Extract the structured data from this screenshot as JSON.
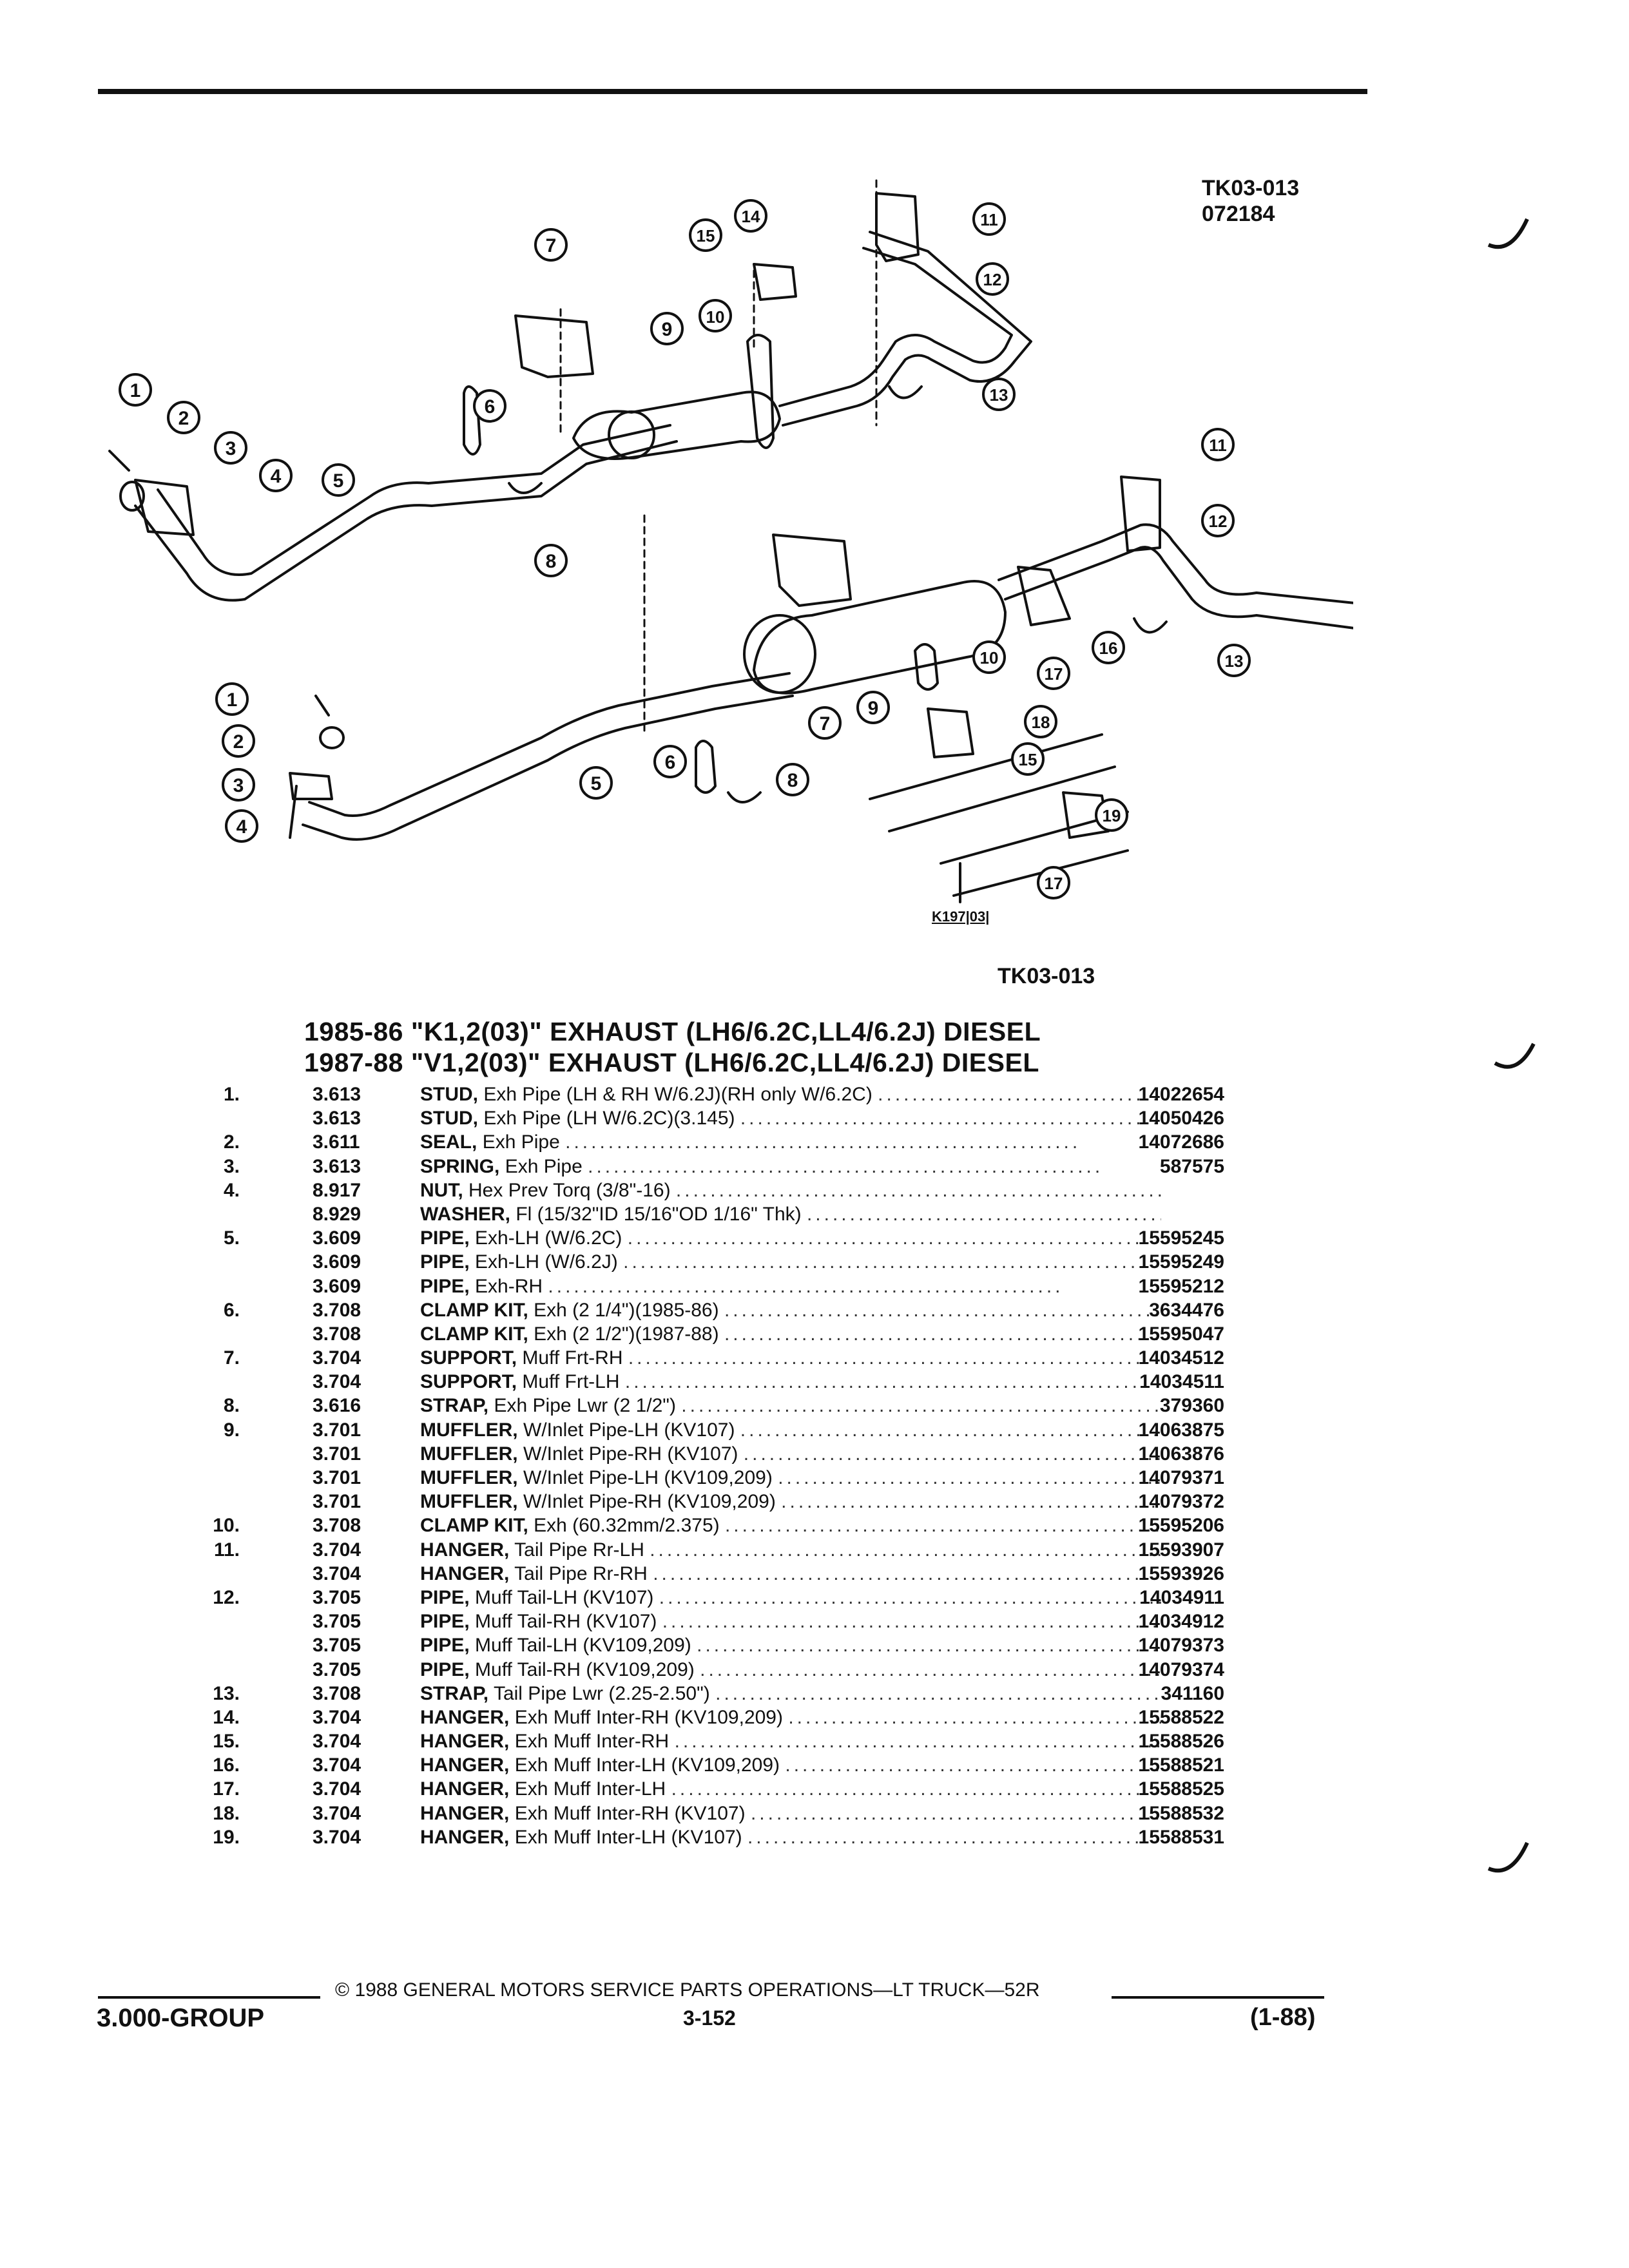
{
  "header": {
    "drawing_no": "TK03-013",
    "date_code": "072184"
  },
  "diagram": {
    "caption": "TK03-013",
    "small_code": "K197|03|",
    "callouts": [
      "1",
      "2",
      "3",
      "4",
      "5",
      "6",
      "7",
      "8",
      "9",
      "10",
      "11",
      "12",
      "13",
      "14",
      "15",
      "16",
      "17",
      "18",
      "19"
    ]
  },
  "titles": [
    "1985-86 \"K1,2(03)\" EXHAUST (LH6/6.2C,LL4/6.2J) DIESEL",
    "1987-88 \"V1,2(03)\" EXHAUST (LH6/6.2C,LL4/6.2J) DIESEL"
  ],
  "parts": [
    {
      "no": "1.",
      "grp": "3.613",
      "name": "STUD,",
      "desc": "Exh Pipe (LH & RH W/6.2J)(RH only W/6.2C)",
      "pn": "14022654"
    },
    {
      "no": "",
      "grp": "3.613",
      "name": "STUD,",
      "desc": "Exh Pipe (LH W/6.2C)(3.145)",
      "pn": "14050426"
    },
    {
      "no": "2.",
      "grp": "3.611",
      "name": "SEAL,",
      "desc": "Exh Pipe",
      "pn": "14072686"
    },
    {
      "no": "3.",
      "grp": "3.613",
      "name": "SPRING,",
      "desc": "Exh Pipe",
      "pn": "587575"
    },
    {
      "no": "4.",
      "grp": "8.917",
      "name": "NUT,",
      "desc": "Hex Prev Torq (3/8\"-16)",
      "pn": ""
    },
    {
      "no": "",
      "grp": "8.929",
      "name": "WASHER,",
      "desc": "Fl (15/32\"ID 15/16\"OD 1/16\" Thk)",
      "pn": ""
    },
    {
      "no": "5.",
      "grp": "3.609",
      "name": "PIPE,",
      "desc": "Exh-LH (W/6.2C)",
      "pn": "15595245"
    },
    {
      "no": "",
      "grp": "3.609",
      "name": "PIPE,",
      "desc": "Exh-LH (W/6.2J)",
      "pn": "15595249"
    },
    {
      "no": "",
      "grp": "3.609",
      "name": "PIPE,",
      "desc": "Exh-RH",
      "pn": "15595212"
    },
    {
      "no": "6.",
      "grp": "3.708",
      "name": "CLAMP KIT,",
      "desc": "Exh (2 1/4\")(1985-86)",
      "pn": "3634476"
    },
    {
      "no": "",
      "grp": "3.708",
      "name": "CLAMP KIT,",
      "desc": "Exh (2 1/2\")(1987-88)",
      "pn": "15595047"
    },
    {
      "no": "7.",
      "grp": "3.704",
      "name": "SUPPORT,",
      "desc": "Muff Frt-RH",
      "pn": "14034512"
    },
    {
      "no": "",
      "grp": "3.704",
      "name": "SUPPORT,",
      "desc": "Muff Frt-LH",
      "pn": "14034511"
    },
    {
      "no": "8.",
      "grp": "3.616",
      "name": "STRAP,",
      "desc": "Exh Pipe Lwr (2 1/2\")",
      "pn": "379360"
    },
    {
      "no": "9.",
      "grp": "3.701",
      "name": "MUFFLER,",
      "desc": "W/Inlet Pipe-LH (KV107)",
      "pn": "14063875"
    },
    {
      "no": "",
      "grp": "3.701",
      "name": "MUFFLER,",
      "desc": "W/Inlet Pipe-RH (KV107)",
      "pn": "14063876"
    },
    {
      "no": "",
      "grp": "3.701",
      "name": "MUFFLER,",
      "desc": "W/Inlet Pipe-LH (KV109,209)",
      "pn": "14079371"
    },
    {
      "no": "",
      "grp": "3.701",
      "name": "MUFFLER,",
      "desc": "W/Inlet Pipe-RH (KV109,209)",
      "pn": "14079372"
    },
    {
      "no": "10.",
      "grp": "3.708",
      "name": "CLAMP KIT,",
      "desc": "Exh (60.32mm/2.375)",
      "pn": "15595206"
    },
    {
      "no": "11.",
      "grp": "3.704",
      "name": "HANGER,",
      "desc": "Tail Pipe Rr-LH",
      "pn": "15593907"
    },
    {
      "no": "",
      "grp": "3.704",
      "name": "HANGER,",
      "desc": "Tail Pipe Rr-RH",
      "pn": "15593926"
    },
    {
      "no": "12.",
      "grp": "3.705",
      "name": "PIPE,",
      "desc": "Muff Tail-LH (KV107)",
      "pn": "14034911"
    },
    {
      "no": "",
      "grp": "3.705",
      "name": "PIPE,",
      "desc": "Muff Tail-RH (KV107)",
      "pn": "14034912"
    },
    {
      "no": "",
      "grp": "3.705",
      "name": "PIPE,",
      "desc": "Muff Tail-LH (KV109,209)",
      "pn": "14079373"
    },
    {
      "no": "",
      "grp": "3.705",
      "name": "PIPE,",
      "desc": "Muff Tail-RH (KV109,209)",
      "pn": "14079374"
    },
    {
      "no": "13.",
      "grp": "3.708",
      "name": "STRAP,",
      "desc": "Tail Pipe Lwr (2.25-2.50\")",
      "pn": "341160"
    },
    {
      "no": "14.",
      "grp": "3.704",
      "name": "HANGER,",
      "desc": "Exh Muff Inter-RH (KV109,209)",
      "pn": "15588522"
    },
    {
      "no": "15.",
      "grp": "3.704",
      "name": "HANGER,",
      "desc": "Exh Muff Inter-RH",
      "pn": "15588526"
    },
    {
      "no": "16.",
      "grp": "3.704",
      "name": "HANGER,",
      "desc": "Exh Muff Inter-LH (KV109,209)",
      "pn": "15588521"
    },
    {
      "no": "17.",
      "grp": "3.704",
      "name": "HANGER,",
      "desc": "Exh Muff Inter-LH",
      "pn": "15588525"
    },
    {
      "no": "18.",
      "grp": "3.704",
      "name": "HANGER,",
      "desc": "Exh Muff Inter-RH (KV107)",
      "pn": "15588532"
    },
    {
      "no": "19.",
      "grp": "3.704",
      "name": "HANGER,",
      "desc": "Exh Muff Inter-LH (KV107)",
      "pn": "15588531"
    }
  ],
  "footer": {
    "copyright": "© 1988 GENERAL MOTORS SERVICE PARTS OPERATIONS—LT TRUCK—52R",
    "group": "3.000-GROUP",
    "page": "3-152",
    "date": "(1-88)"
  }
}
